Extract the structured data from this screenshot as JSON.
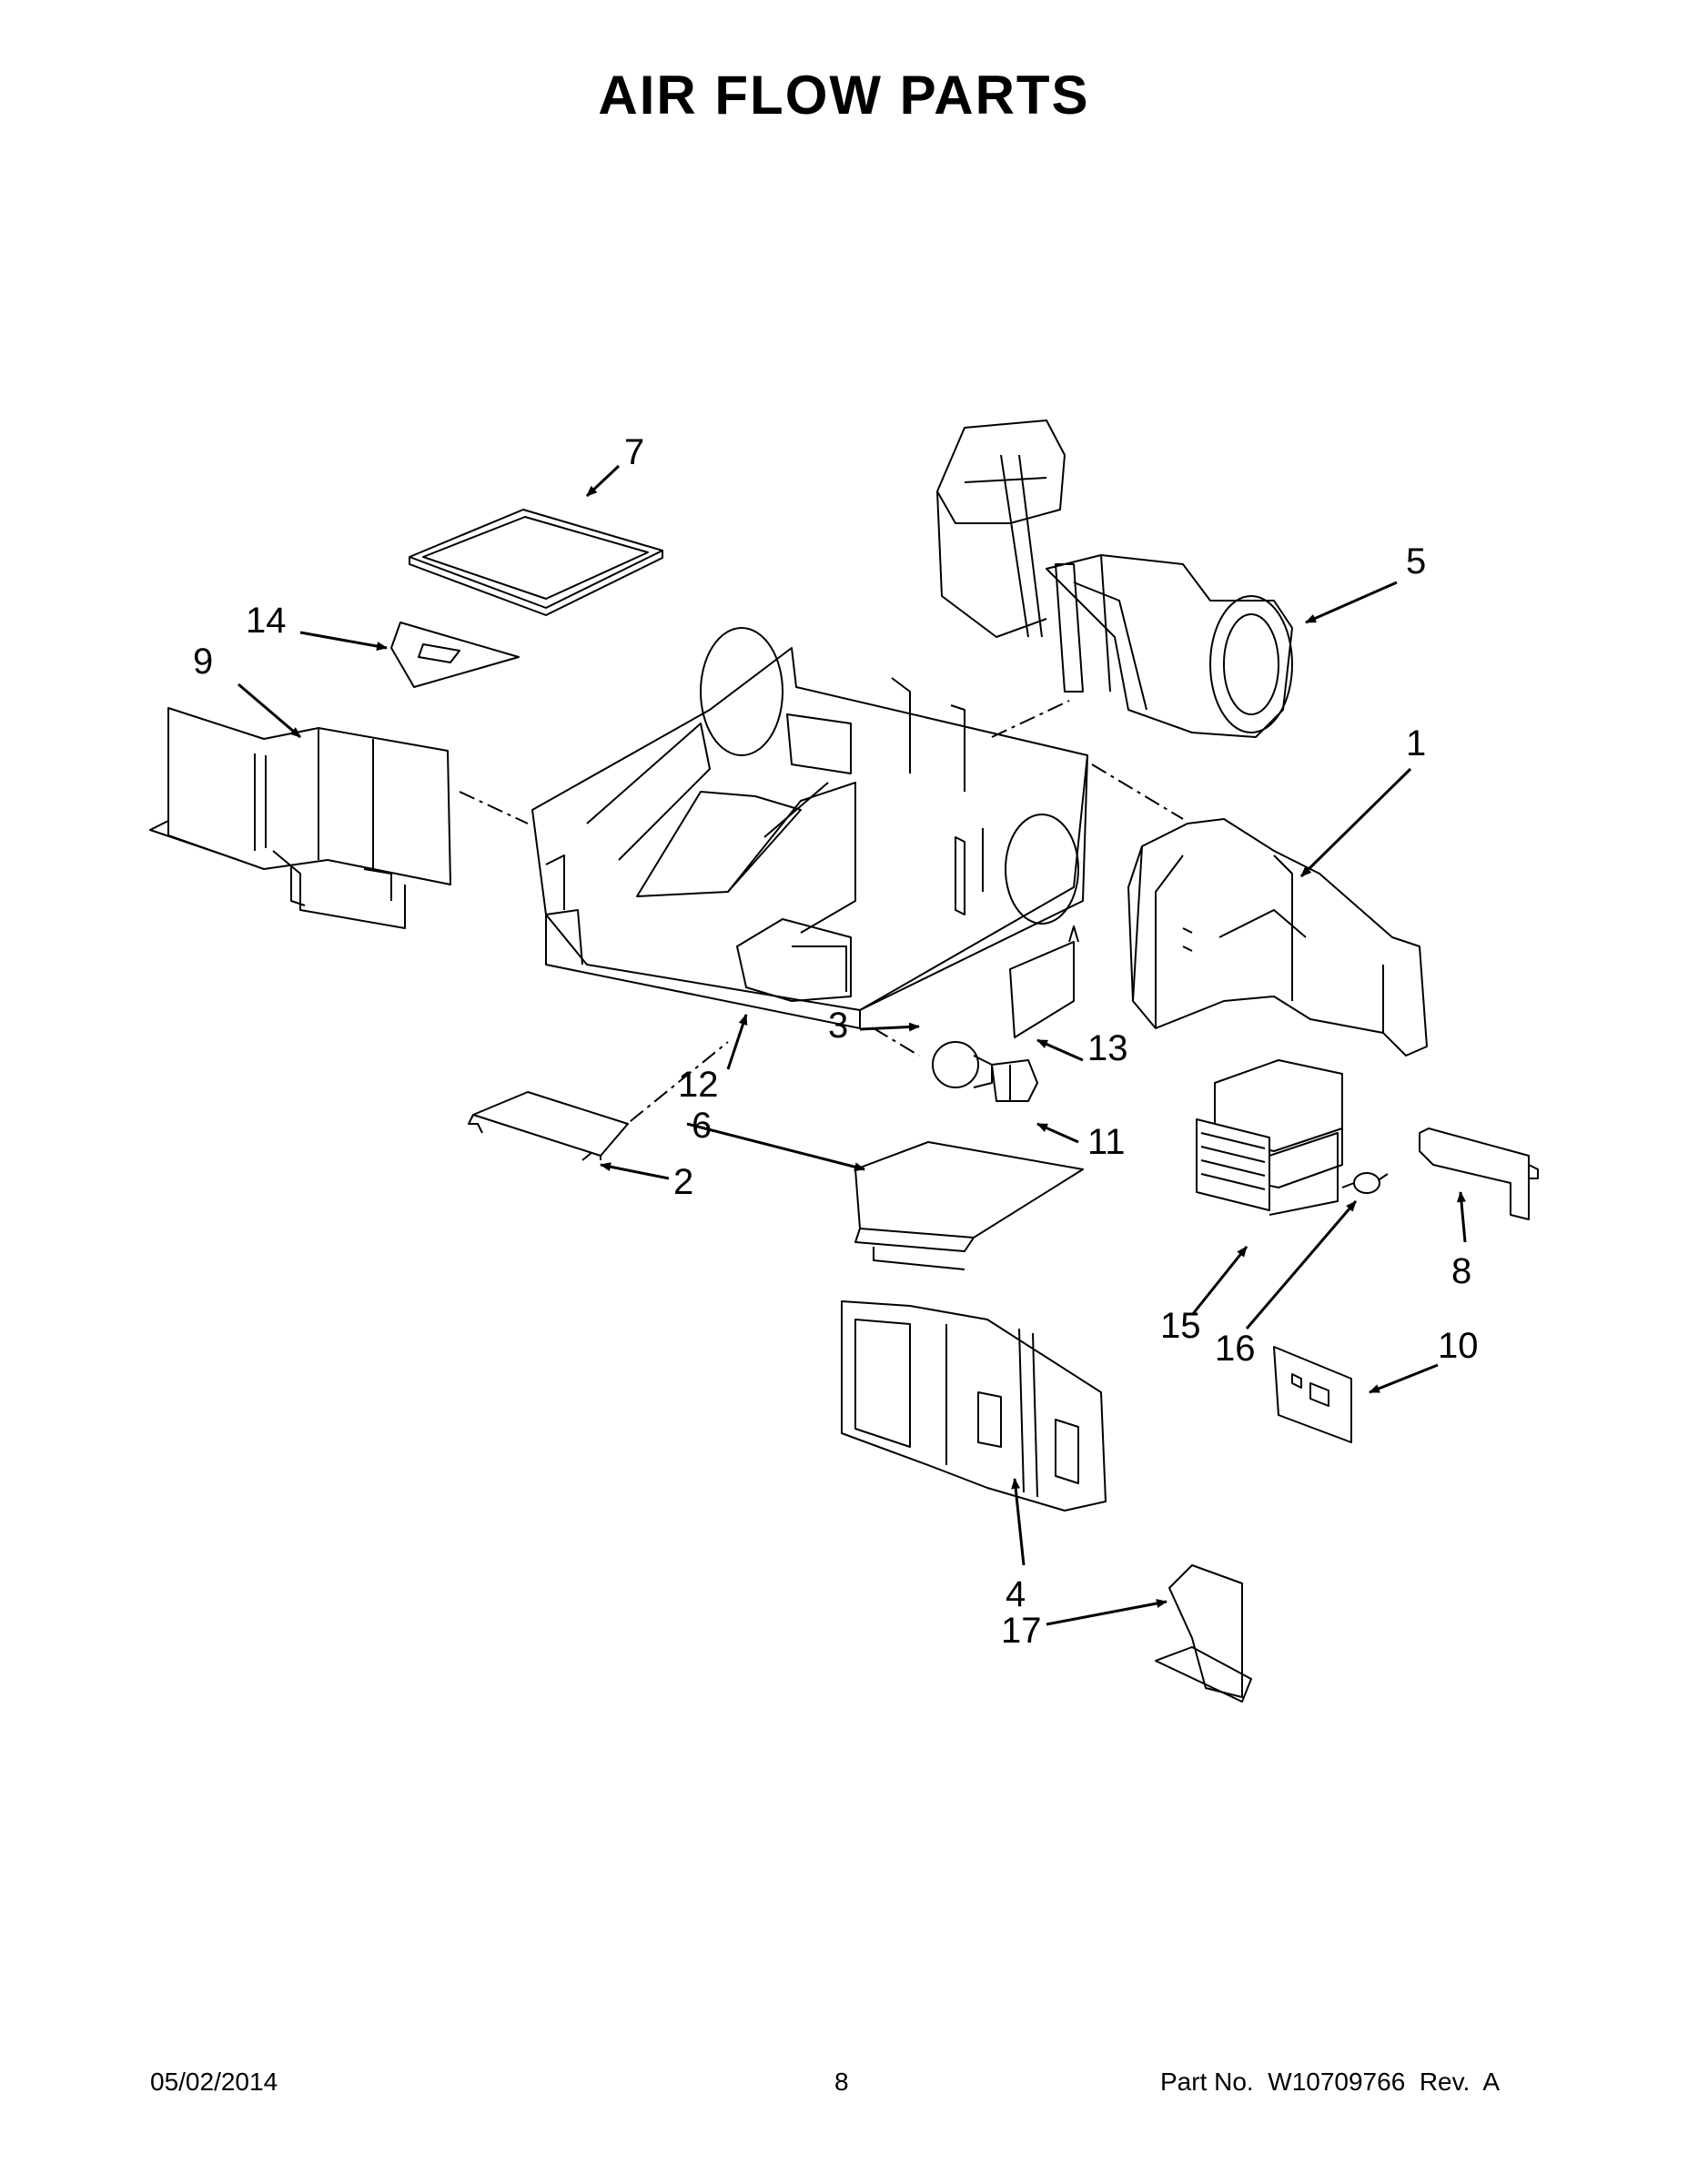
{
  "page": {
    "title": "AIR FLOW PARTS",
    "footer": {
      "date": "05/02/2014",
      "page_number": "8",
      "part_no": "Part No.  W10709766  Rev.  A"
    }
  },
  "callouts": [
    "1",
    "2",
    "3",
    "4",
    "5",
    "6",
    "7",
    "8",
    "9",
    "10",
    "11",
    "12",
    "13",
    "14",
    "15",
    "16",
    "17"
  ]
}
